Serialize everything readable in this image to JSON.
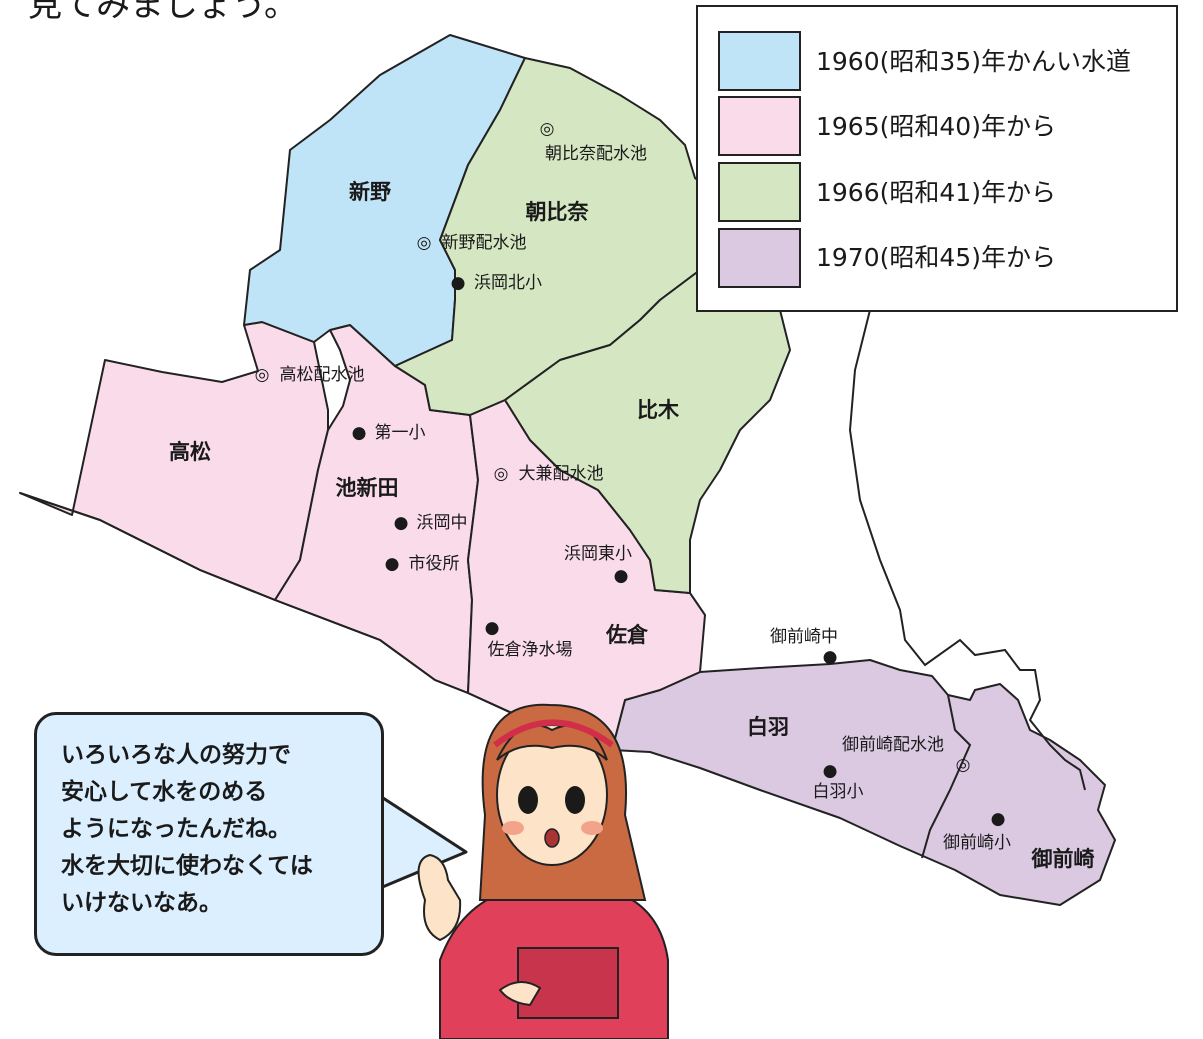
{
  "top_text": "見てみましょう。",
  "legend": [
    {
      "label": "1960(昭和35)年かんい水道",
      "color": "#bfe3f7"
    },
    {
      "label": "1965(昭和40)年から",
      "color": "#f9dbe9"
    },
    {
      "label": "1966(昭和41)年から",
      "color": "#d5e7c2"
    },
    {
      "label": "1970(昭和45)年から",
      "color": "#dbc9e2"
    }
  ],
  "regions": {
    "shinno": "新野",
    "asahina": "朝比奈",
    "hiki": "比木",
    "takamatsu": "高松",
    "ikeshinden": "池新田",
    "sakura": "佐倉",
    "shiraha": "白羽",
    "omaezaki": "御前崎"
  },
  "reservoirs": {
    "asahina": "朝比奈配水池",
    "shinno": "新野配水池",
    "takamatsu": "高松配水池",
    "daiken": "大兼配水池",
    "omaezaki": "御前崎配水池"
  },
  "facilities": {
    "hamaoka_kita": "浜岡北小",
    "daiichi": "第一小",
    "hamaoka_chu": "浜岡中",
    "city_hall": "市役所",
    "hamaoka_higashi": "浜岡東小",
    "sakura_plant": "佐倉浄水場",
    "omaezaki_chu": "御前崎中",
    "shiraha_sho": "白羽小",
    "omaezaki_sho": "御前崎小"
  },
  "symbols": {
    "reservoir": "◎",
    "facility": "●"
  },
  "speech_bubble": [
    "いろいろな人の努力で",
    "安心して水をのめる",
    "ようになったんだね。",
    "水を大切に使わなくては",
    "いけないなあ。"
  ]
}
